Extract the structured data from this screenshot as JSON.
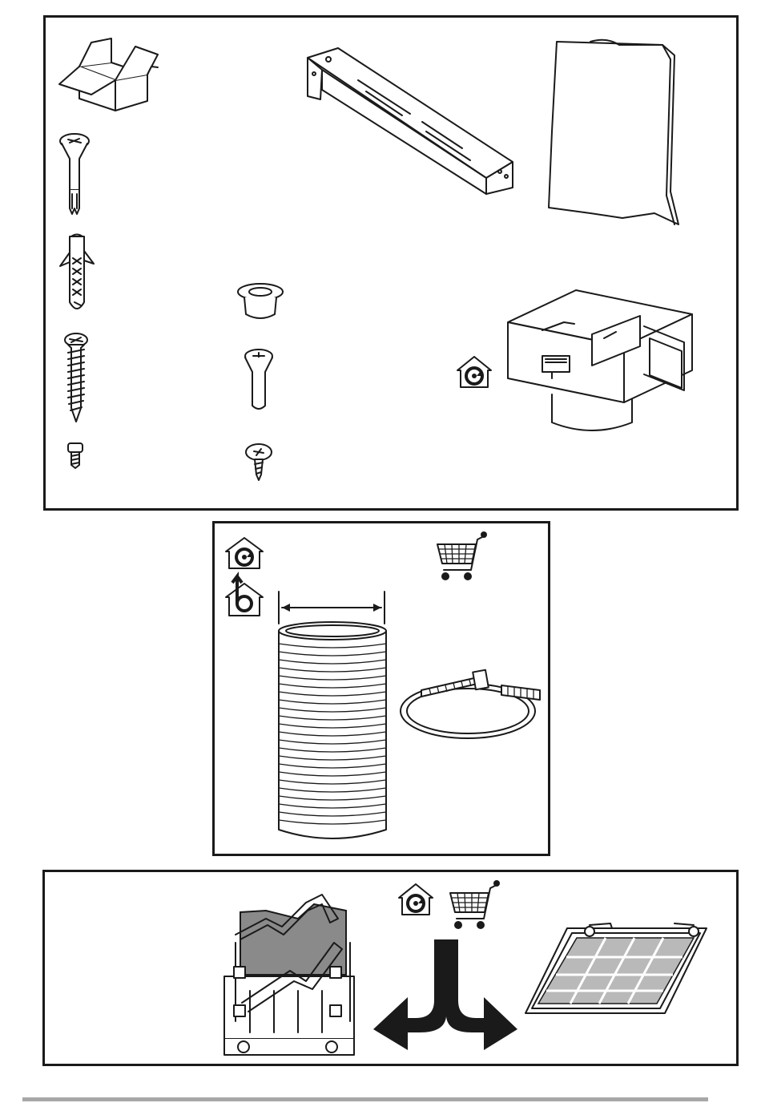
{
  "panels": {
    "accessories_kit": {
      "items": [
        "cardboard-box",
        "wall-bracket",
        "paper-template",
        "wall-plug-screw",
        "wall-plug",
        "spacer-bushing",
        "wood-screw",
        "countersunk-screw",
        "recirculation-adapter",
        "small-screw",
        "washer-screw"
      ],
      "symbols": [
        "recirculation-mode-icon"
      ]
    },
    "duct_kit": {
      "items": [
        "flexible-duct",
        "hose-clamp"
      ],
      "symbols": [
        "recirculation-mode-icon",
        "extraction-mode-icon",
        "optional-purchase-icon"
      ]
    },
    "filter_kit": {
      "items": [
        "carbon-filter-housing",
        "charcoal-filter-panel",
        "split-arrow"
      ],
      "symbols": [
        "recirculation-mode-icon",
        "optional-purchase-icon"
      ]
    }
  },
  "colors": {
    "line": "#1a1a1a",
    "fill_grey": "#8a8a8a",
    "filter_grey": "#b9b9b9",
    "footer": "#a7a7a7"
  }
}
